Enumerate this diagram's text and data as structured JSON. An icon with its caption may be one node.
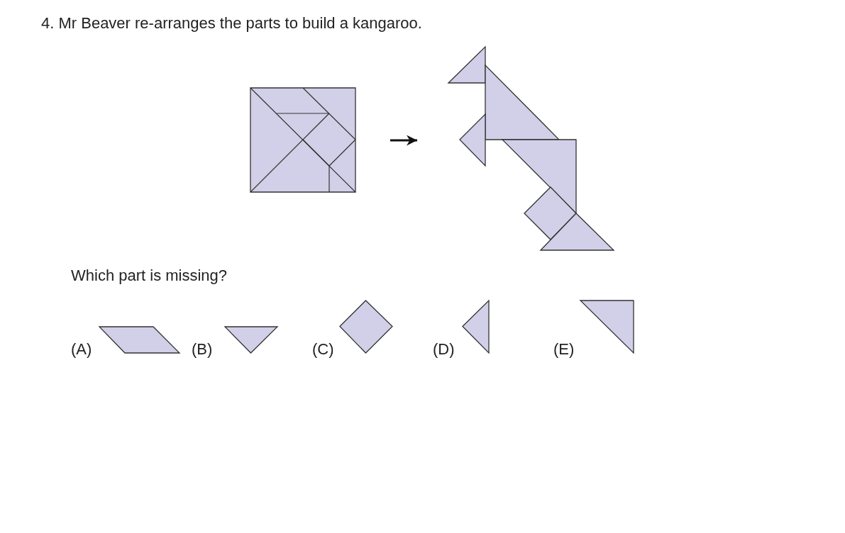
{
  "diagram": {
    "title": "4. Mr Beaver re-arranges the parts to build a kangaroo.",
    "nodes": [
      {
        "text": [],
        "shape": "picture"
      },
      {
        "text": [],
        "shape": "picture"
      },
      {
        "text": [],
        "shape": "parallelogram"
      },
      {
        "text": [],
        "shape": "triangle"
      },
      {
        "text": [],
        "shape": "diamond"
      },
      {
        "text": [],
        "shape": "triangle"
      },
      {
        "text": [],
        "shape": "triangle"
      }
    ],
    "edges": [
      {
        "from": 0,
        "to": 1,
        "arrow": "to"
      }
    ],
    "labels": [
      "Which part is missing?",
      "(A)",
      "(B)",
      "(C)",
      "(D)",
      "(E)"
    ]
  }
}
